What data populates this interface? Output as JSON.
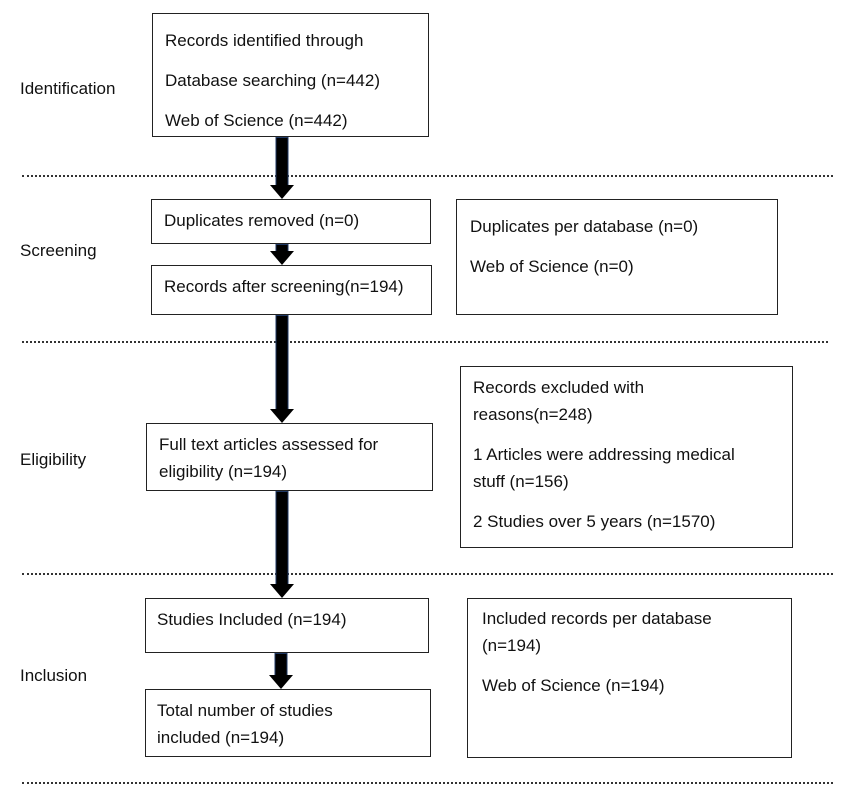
{
  "stages": {
    "identification": "Identification",
    "screening": "Screening",
    "eligibility": "Eligibility",
    "inclusion": "Inclusion"
  },
  "boxes": {
    "identified": {
      "lines": [
        "Records identified through",
        "Database searching (n=442)",
        "Web of Science (n=442)"
      ]
    },
    "duplicates_removed": {
      "lines": [
        "Duplicates removed (n=0)"
      ]
    },
    "duplicates_per_database": {
      "lines": [
        "Duplicates per database (n=0)",
        "Web of Science (n=0)"
      ]
    },
    "after_screening": {
      "lines": [
        "Records after screening(n=194)"
      ]
    },
    "excluded": {
      "lines": [
        "Records excluded with",
        "reasons(n=248)",
        "1 Articles were addressing medical",
        "stuff (n=156)",
        "2 Studies over 5 years (n=1570)"
      ]
    },
    "full_text": {
      "lines": [
        "Full text articles assessed for",
        "eligibility (n=194)"
      ]
    },
    "studies_included": {
      "lines": [
        "Studies Included (n=194)"
      ]
    },
    "included_per_database": {
      "lines": [
        "Included records per database",
        "(n=194)",
        "Web of Science (n=194)"
      ]
    },
    "total_included": {
      "lines": [
        "Total number of studies",
        "included (n=194)"
      ]
    }
  }
}
